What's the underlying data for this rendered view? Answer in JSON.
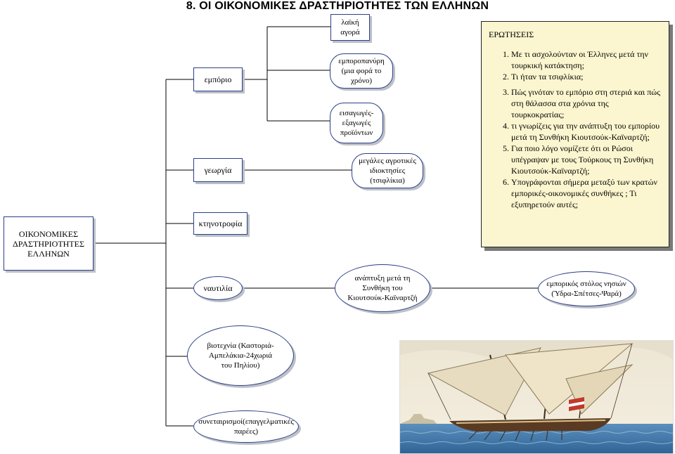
{
  "title": "8. ΟΙ ΟΙΚΟΝΟΜΙΚΕΣ ΔΡΑΣΤΗΡΙΟΤΗΤΕΣ ΤΩΝ ΕΛΛΗΝΩΝ",
  "nodes": {
    "root": "ΟΙΚΟΝΟΜΙΚΕΣ ΔΡΑΣΤΗΡΙΟΤΗΤΕΣ ΕΛΛΗΝΩΝ",
    "emporio": "εμπόριο",
    "laiki_agora": "λαϊκή αγορά",
    "emporopanigyri": "εμποροπανύρη (μια φορά το χρόνο)",
    "eisagoges": "εισαγωγές-εξαγωγές προϊόντων",
    "georgia": "γεωργία",
    "megales_idioktisies": "μεγάλες αγροτικές ιδιοκτησίες (τσιφλίκια)",
    "ktinotrofia": "κτηνοτροφία",
    "naftilia": "ναυτιλία",
    "anaptyxi": "ανάπτυξη μετά τη Συνθήκη του Κιουτσούκ-Καϊναρτζή",
    "emporikos_stolos": "εμπορικός στόλος νησιών (Ύδρα-Σπέτσες-Ψαρά)",
    "viotexnia": "βιοτεχνία (Καστοριά-Αμπελάκια-24χωριά του Πηλίου)",
    "synetairismoi": "συνεταιρισμοί(επαγγελματικές παρέες)"
  },
  "questions": {
    "heading": "ΕΡΩΤΗΣΕΙΣ",
    "items": [
      "Με τι ασχολούνταν οι Έλληνες μετά την τουρκική κατάκτηση;",
      "Τι ήταν τα τσιφλίκια;",
      "Πώς γινόταν το εμπόριο στη στεριά και πώς στη θάλασσα στα χρόνια της τουρκοκρατίας;",
      "τι γνωρίζεις για την ανάπτυξη του εμπορίου μετά τη Συνθήκη Κιουτσούκ-Καϊναρτζή;",
      "Για ποιο λόγο νομίζετε ότι οι Ρώσοι υπέγραψαν με τους Τούρκους τη Συνθήκη Κιουτσούκ-Καϊναρτζή;",
      "Υπογράφονται σήμερα μεταξύ των κρατών εμπορικές-οικονομικές συνθήκες ; Τι εξυπηρετούν αυτές;"
    ]
  },
  "colors": {
    "node_border": "#2c3f86",
    "question_bg": "#fbf6cf",
    "sea": "#3f7fb3",
    "sky": "#f1ead8"
  }
}
